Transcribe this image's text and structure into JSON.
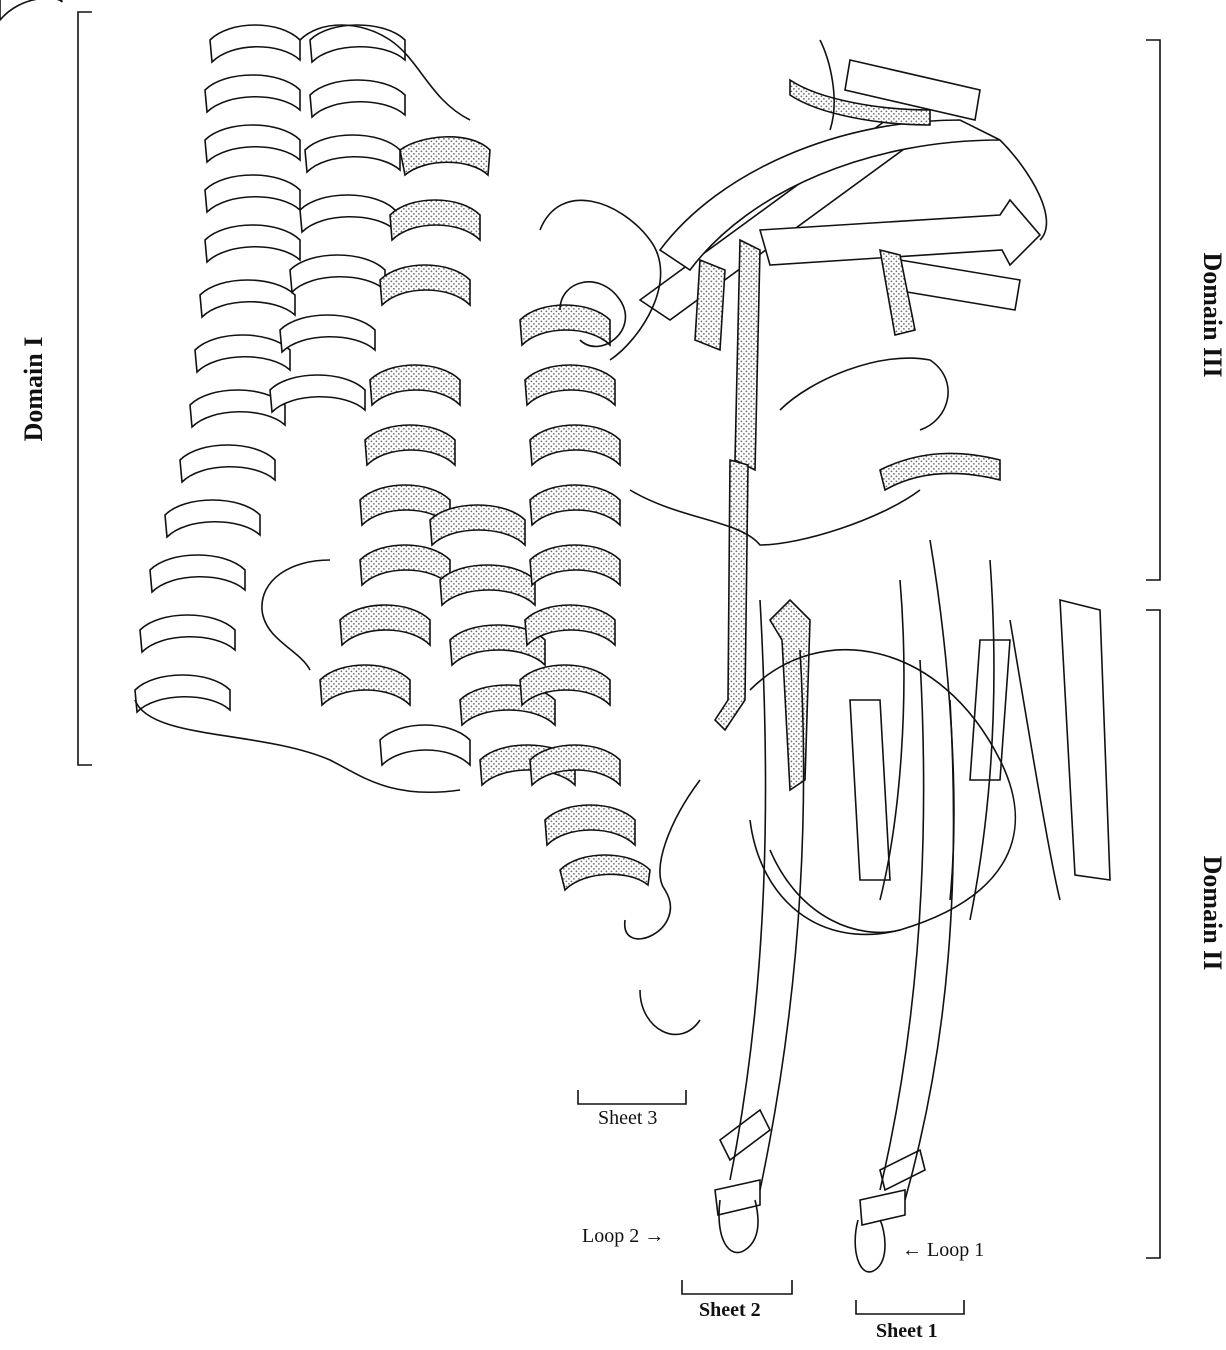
{
  "labels": {
    "domain_1": "Domain I",
    "domain_2": "Domain II",
    "domain_3": "Domain III",
    "sheet_1": "Sheet 1",
    "sheet_2": "Sheet 2",
    "sheet_3": "Sheet 3",
    "loop_1": "← Loop 1",
    "loop_2": "Loop 2 →"
  },
  "colors": {
    "ink": "#111111",
    "paper": "#ffffff",
    "stipple": "#9a9a9a"
  },
  "figure_elements": [
    "alpha-helix-bundle",
    "beta-sheet-prism",
    "beta-sandwich",
    "connecting-loops"
  ]
}
